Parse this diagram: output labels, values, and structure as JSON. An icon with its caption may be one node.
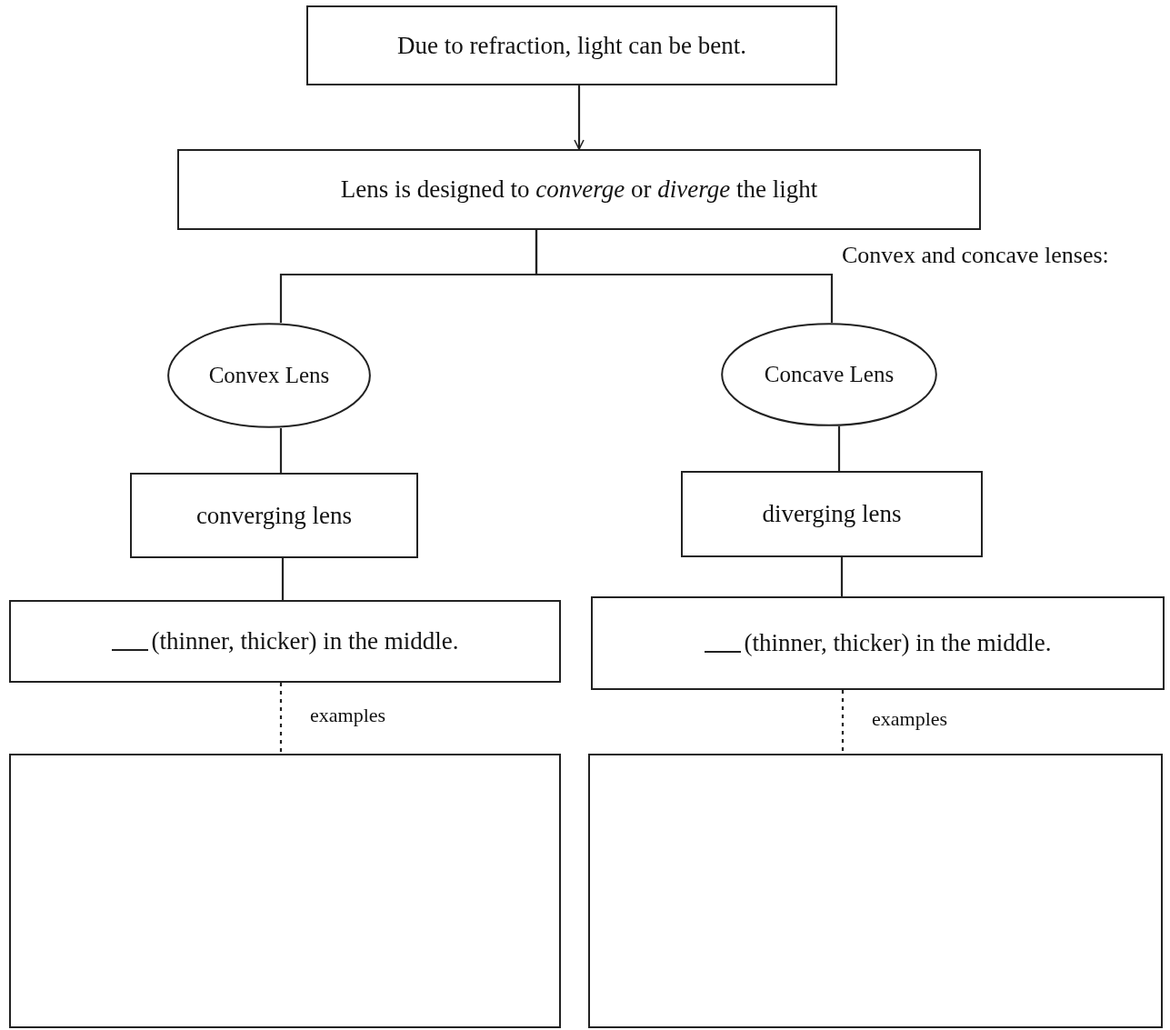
{
  "diagram": {
    "nodes": [
      {
        "text": [
          "Due to refraction, light can be bent."
        ]
      },
      {
        "text": [
          "Lens is designed to *converge* or *diverge* the light"
        ]
      },
      {
        "text": [
          "Convex Lens"
        ]
      },
      {
        "text": [
          "Concave Lens"
        ]
      },
      {
        "text": [
          "converging lens"
        ]
      },
      {
        "text": [
          "diverging lens"
        ]
      },
      {
        "text": [
          "(thinner, thicker) in the middle."
        ]
      },
      {
        "text": [
          "(thinner, thicker) in the middle."
        ]
      },
      {
        "text": [],
        "shape": "box"
      },
      {
        "text": [],
        "shape": "box"
      }
    ],
    "edges": [
      {
        "from": 0,
        "to": 1,
        "arrow": "to"
      },
      {
        "from": 1,
        "to": 2,
        "arrow": "none"
      },
      {
        "from": 1,
        "to": 3,
        "arrow": "none"
      },
      {
        "from": 2,
        "to": 4,
        "arrow": "none"
      },
      {
        "from": 3,
        "to": 5,
        "arrow": "none"
      },
      {
        "from": 4,
        "to": 6,
        "arrow": "none"
      },
      {
        "from": 5,
        "to": 7,
        "arrow": "none"
      },
      {
        "from": 6,
        "to": 8,
        "arrow": "none",
        "style": "dashed",
        "label": "examples"
      },
      {
        "from": 7,
        "to": 9,
        "arrow": "none",
        "style": "dashed",
        "label": "examples"
      }
    ],
    "labels": [
      "Convex and concave lenses:"
    ]
  }
}
